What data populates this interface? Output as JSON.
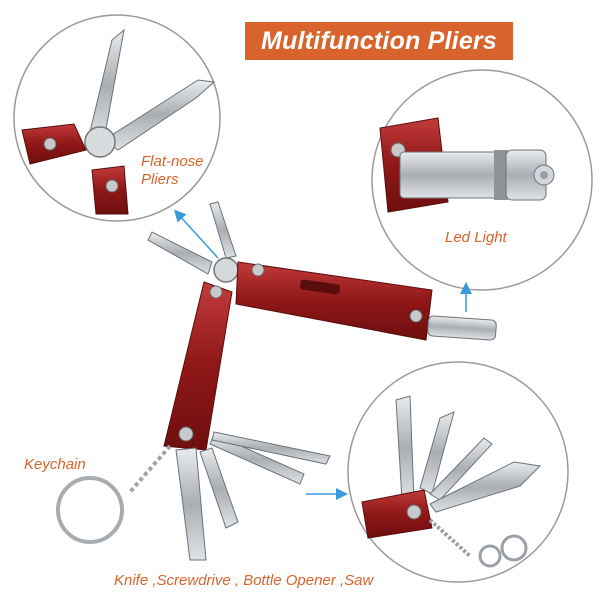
{
  "title": "Multifunction Pliers",
  "callouts": {
    "flat_nose_line1": "Flat-nose",
    "flat_nose_line2": "Pliers",
    "led_light": "Led Light",
    "keychain": "Keychain",
    "tools": "Knife ,Screwdrive , Bottle Opener ,Saw"
  },
  "colors": {
    "accent": "#d8632c",
    "handle_red": "#9e1f1f",
    "steel": "#b8bcc0",
    "arrow": "#3a9ad9"
  }
}
